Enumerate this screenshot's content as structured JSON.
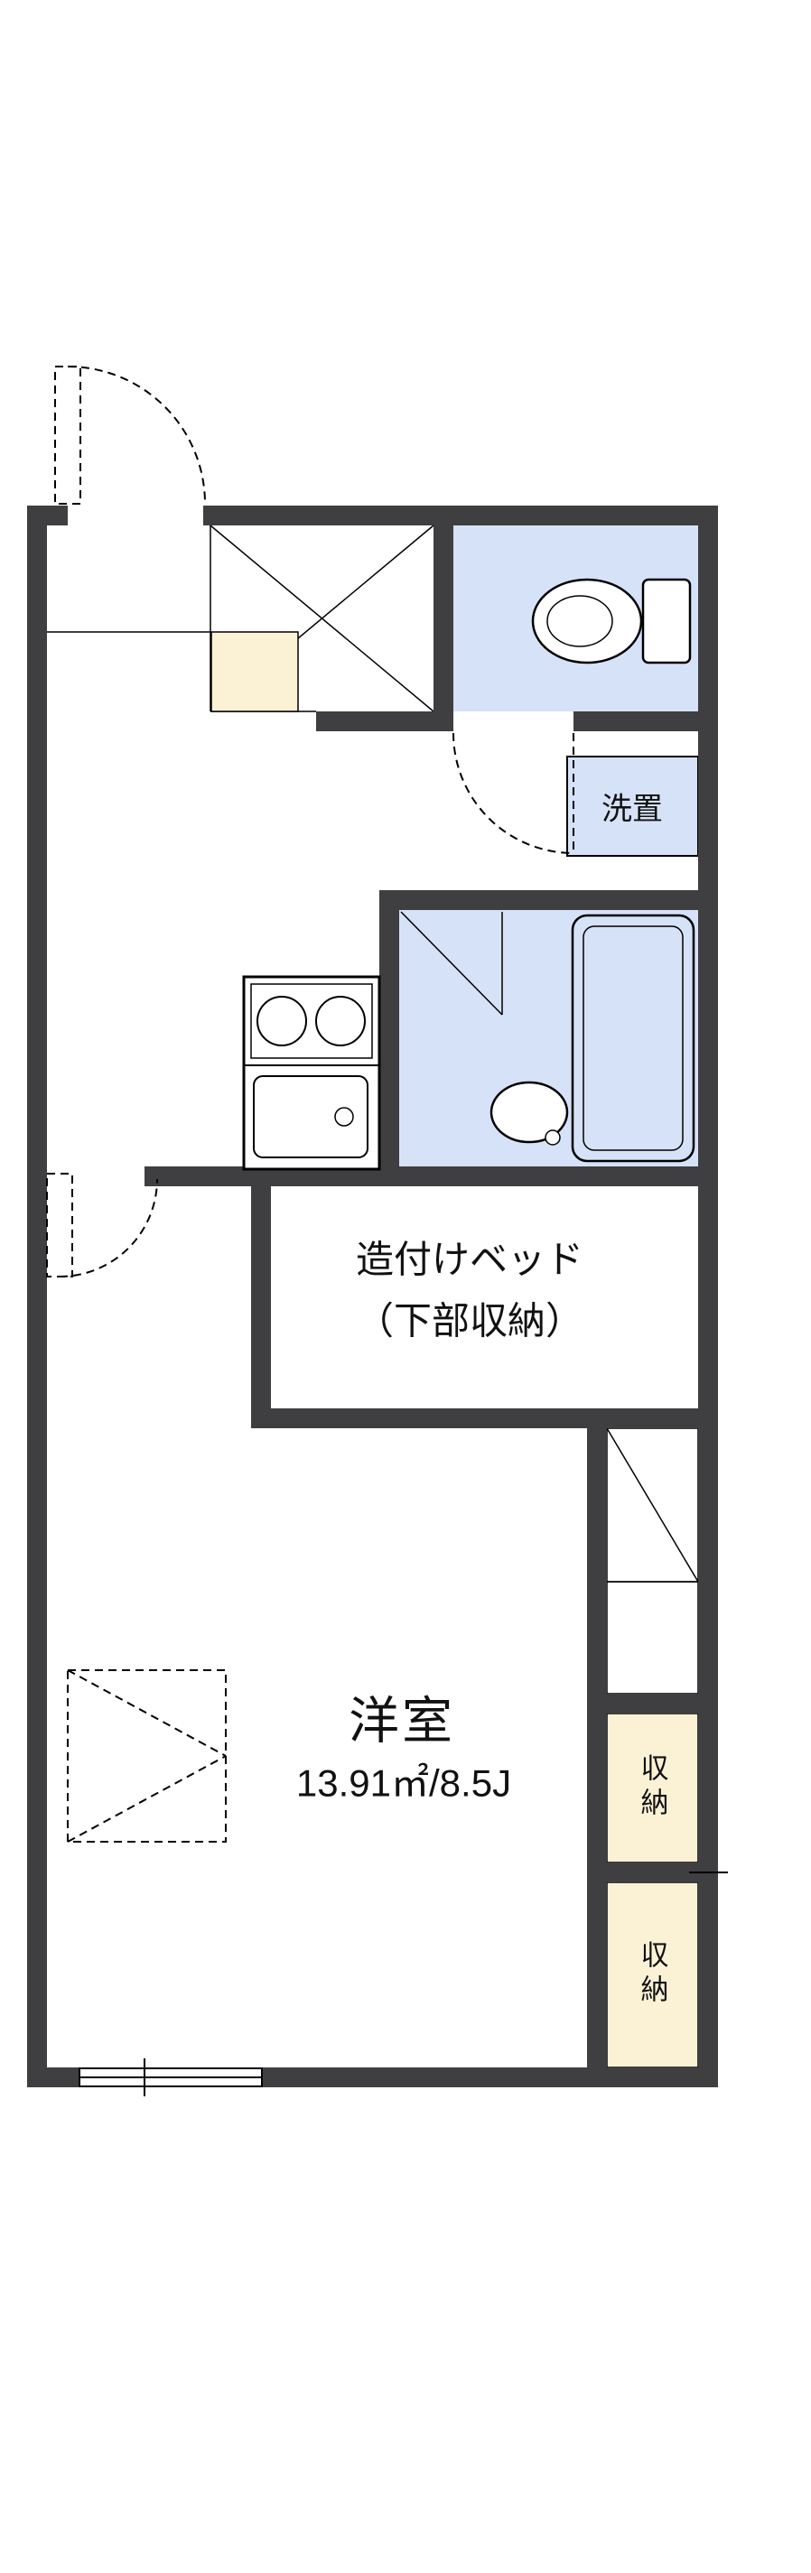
{
  "floorplan": {
    "labels": {
      "laundry": "洗置",
      "bed_line1": "造付けベッド",
      "bed_line2": "（下部収納）",
      "room_name": "洋室",
      "room_area": "13.91㎡/8.5J",
      "closet_top": "収納",
      "closet_bottom": "収納"
    },
    "colors": {
      "wall": "#3f3f41",
      "water": "#d5e2f7",
      "storage": "#fbf2d6",
      "line": "#111111",
      "bg": "#ffffff"
    }
  }
}
